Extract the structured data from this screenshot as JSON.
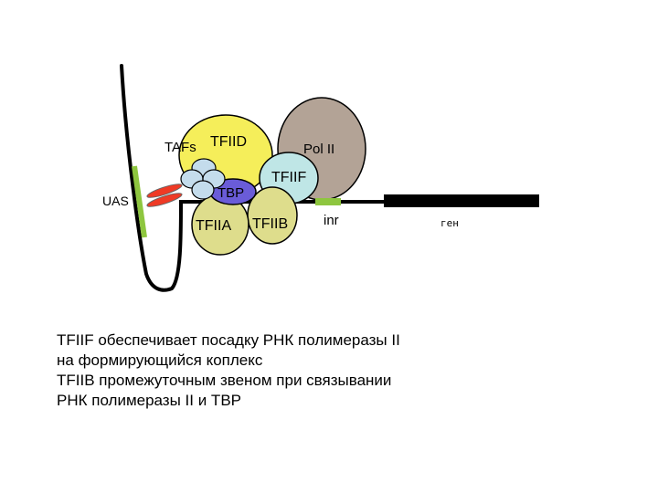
{
  "labels": {
    "tafs": "TAFs",
    "tfiid": "TFIID",
    "pol2": "Pol II",
    "tfiif": "TFIIF",
    "tbp": "TBP",
    "uas": "UAS",
    "tfiia": "TFIIA",
    "tfiib": "TFIIB",
    "inr": "inr",
    "gene": "ген"
  },
  "caption": {
    "line1": "TFIIF обеспечивает посадку РНК полимеразы II",
    "line2": "на формирующийся коплекс",
    "line3": "TFIIB промежуточным звеном при связывании",
    "line4": "РНК полимеразы II и TBP"
  },
  "colors": {
    "tfiid": "#f5ee5a",
    "pol2": "#b3a396",
    "tfiif": "#bfe6e6",
    "tbp": "#6a5cd8",
    "tfiia": "#dedd8c",
    "tfiib": "#dedd8c",
    "tafs": "#c4dcec",
    "activator": "#ef3a25",
    "element": "#8ec63f",
    "dna": "#000000"
  }
}
